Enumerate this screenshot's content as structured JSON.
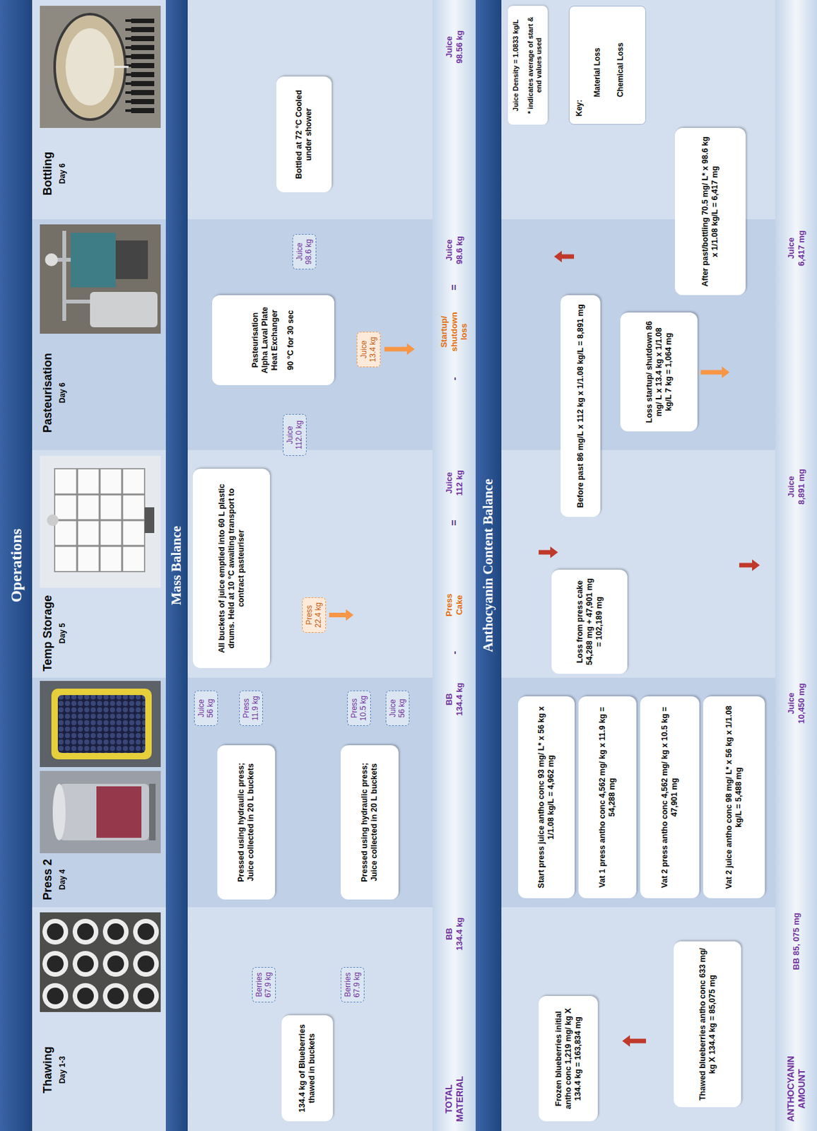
{
  "diagram": {
    "title": "Operations",
    "nodes": [
      {
        "text": [
          "Mass Balance"
        ]
      },
      {
        "text": [
          "134.4 kg of Blueberries thawed in buckets"
        ]
      },
      {
        "text": [
          "Berries 67.9 kg"
        ]
      },
      {
        "text": [
          "Berries 67.9 kg"
        ]
      },
      {
        "text": [
          "Pressed using hydraulic press; Juice collected in 20 L buckets"
        ]
      },
      {
        "text": [
          "Pressed using hydraulic press; Juice collected in 20 L buckets"
        ]
      },
      {
        "text": [
          "Juice 56 kg"
        ]
      },
      {
        "text": [
          "Press 11.9 kg"
        ]
      },
      {
        "text": [
          "Press 10.5 kg"
        ]
      },
      {
        "text": [
          "Juice 56 kg"
        ]
      },
      {
        "text": [
          "All buckets of juice emptied into 60 L plastic drums. Held at 10 °C awaiting transport to contract pasteuriser"
        ]
      },
      {
        "text": [
          "Press 22.4 kg"
        ]
      },
      {
        "text": [
          "Juice 112.0 kg"
        ]
      },
      {
        "text": [
          "Pasteurisation Alpha Laval Plate Heat Exchanger",
          "90 °C for 30 sec"
        ]
      },
      {
        "text": [
          "Juice 13.4 kg"
        ]
      },
      {
        "text": [
          "Juice 98.6 kg"
        ]
      },
      {
        "text": [
          "Bottled at 72 °C Cooled under shower"
        ]
      },
      {
        "text": [
          "Anthocyanin Content Balance"
        ]
      },
      {
        "text": [
          "Frozen blueberries initial antho conc 1,219 mg/ kg X 134.4 kg = 163,834 mg"
        ]
      },
      {
        "text": [
          "Thawed blueberries antho conc 633 mg/ kg X 134.4 kg = 85,075 mg"
        ]
      },
      {
        "text": [
          "Start press juice antho conc 93 mg/ L* x 56 kg x 1/1.08 kg/L = 4,962 mg"
        ]
      },
      {
        "text": [
          "Vat 1 press antho conc 4,562 mg/ kg x 11.9 kg = 54,288 mg"
        ]
      },
      {
        "text": [
          "Vat 2 press antho conc 4,562 mg/ kg x 10.5 kg = 47,901 mg"
        ]
      },
      {
        "text": [
          "Vat 2 juice antho conc 98 mg/ L* x 56 kg x 1/1.08 kg/L = 5,488 mg"
        ]
      },
      {
        "text": [
          "Loss from press cake 54,288 mg + 47,901 mg = 102,189 mg"
        ]
      },
      {
        "text": [
          "Before past 86 mg/L x 112 kg x 1/1.08 kg/L = 8,891 mg"
        ]
      },
      {
        "text": [
          "Loss startup/ shutdown 86 mg/ L x 13.4 kg x 1/1.08 kg/L 7 kg = 1,064 mg"
        ]
      },
      {
        "text": [
          "After past/bottling 70.5 mg/ L* x 98.6 kg x 1/1.08 kg/L = 6,417 mg"
        ]
      },
      {
        "text": [
          "Juice Density = 1.0833 kg/L",
          "* indicates average of start & end values used"
        ]
      },
      {
        "text": [
          "Key:"
        ]
      }
    ],
    "edges": [
      {
        "from": 1,
        "to": 2,
        "arrow": "to"
      },
      {
        "from": 1,
        "to": 3,
        "arrow": "to"
      },
      {
        "from": 2,
        "to": 4,
        "arrow": "to"
      },
      {
        "from": 3,
        "to": 5,
        "arrow": "to"
      },
      {
        "from": 4,
        "to": 6,
        "arrow": "to"
      },
      {
        "from": 4,
        "to": 7,
        "arrow": "to"
      },
      {
        "from": 5,
        "to": 8,
        "arrow": "to"
      },
      {
        "from": 5,
        "to": 9,
        "arrow": "to"
      },
      {
        "from": 6,
        "to": 10,
        "arrow": "to"
      },
      {
        "from": 9,
        "to": 10,
        "arrow": "to"
      },
      {
        "from": 7,
        "to": 11,
        "arrow": "to"
      },
      {
        "from": 8,
        "to": 11,
        "arrow": "to"
      },
      {
        "from": 10,
        "to": 12,
        "arrow": "to"
      },
      {
        "from": 12,
        "to": 13,
        "arrow": "to"
      },
      {
        "from": 13,
        "to": 14,
        "arrow": "to"
      },
      {
        "from": 13,
        "to": 15,
        "arrow": "to"
      },
      {
        "from": 15,
        "to": 16,
        "arrow": "to"
      },
      {
        "from": 18,
        "to": 19,
        "arrow": "to"
      },
      {
        "from": 19,
        "to": 21,
        "arrow": "to"
      },
      {
        "from": 19,
        "to": 22,
        "arrow": "to"
      },
      {
        "from": 21,
        "to": 24,
        "arrow": "to"
      },
      {
        "from": 22,
        "to": 24,
        "arrow": "to"
      },
      {
        "from": 20,
        "to": 25,
        "arrow": "to"
      },
      {
        "from": 23,
        "to": 25,
        "arrow": "to"
      },
      {
        "from": 25,
        "to": 26,
        "arrow": "to"
      },
      {
        "from": 25,
        "to": 27,
        "arrow": "to"
      }
    ],
    "labels": [
      "Thawing",
      "Day 1-3",
      "Press 2",
      "Day 4",
      "Temp Storage",
      "Day 5",
      "Pasteurisation",
      "Day 6",
      "Bottling",
      "Day 6",
      "TOTAL MATERIAL",
      "BB 134.4 kg",
      "BB 134.4 kg",
      "-",
      "Press Cake",
      "=",
      "Juice 112 kg",
      "-",
      "Startup/ shutdown loss",
      "=",
      "Juice 98.6 kg",
      "Juice 98.56 kg",
      "ANTHOCYANIN AMOUNT",
      "BB 85, 075 mg",
      "Juice 10,450 mg",
      "Juice 8,891 mg",
      "Juice 6,417 mg"
    ],
    "legend": [
      {
        "text": "Material Loss"
      },
      {
        "text": "Chemical Loss"
      }
    ]
  }
}
